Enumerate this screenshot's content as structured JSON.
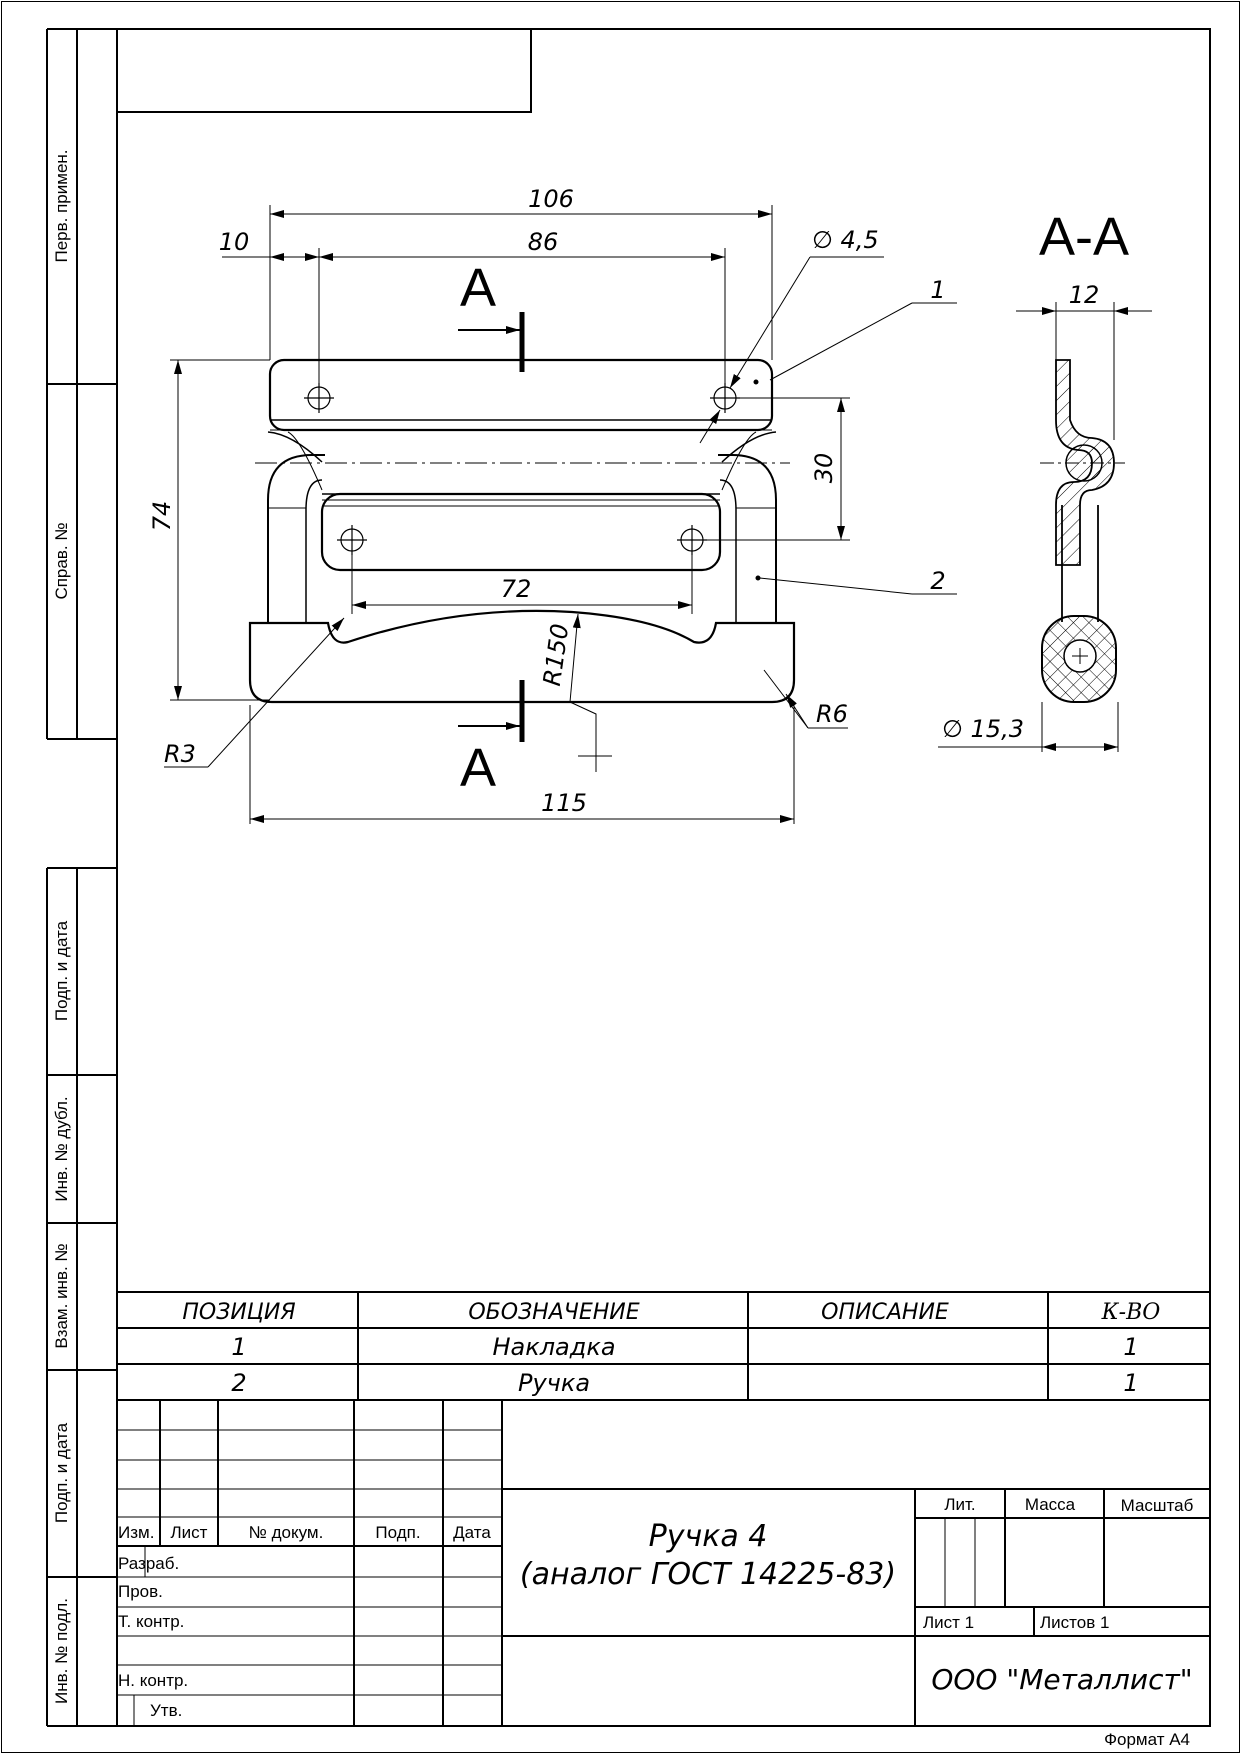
{
  "side_stamps": {
    "perv_primen": "Перв. примен.",
    "sprav_no": "Справ. №",
    "podp_data_1": "Подп. и дата",
    "inv_dubl": "Инв. № дубл.",
    "vzam_inv": "Взам. инв. №",
    "podp_data_2": "Подп. и дата",
    "inv_podl": "Инв. № подл."
  },
  "drawing": {
    "section_label": "А",
    "section_title": "А-А",
    "dimensions": {
      "overall_width": "106",
      "hole_spacing_top": "86",
      "edge_offset": "10",
      "hole_diameter": "∅ 4,5",
      "height": "74",
      "vertical_offset": "30",
      "hole_spacing_bottom": "72",
      "arc_radius": "R150",
      "corner_radius_small": "R3",
      "corner_radius": "R6",
      "grip_width": "115",
      "section_width": "12",
      "grip_diameter": "∅ 15,3"
    },
    "callouts": [
      "1",
      "2"
    ]
  },
  "parts_table": {
    "headers": [
      "ПОЗИЦИЯ",
      "ОБОЗНАЧЕНИЕ",
      "ОПИСАНИЕ",
      "К-ВО"
    ],
    "rows": [
      [
        "1",
        "Накладка",
        "",
        "1"
      ],
      [
        "2",
        "Ручка",
        "",
        "1"
      ]
    ]
  },
  "title_block": {
    "col_headers": [
      "Изм.",
      "Лист",
      "№ докум.",
      "Подп.",
      "Дата"
    ],
    "roles": [
      "Разраб.",
      "Пров.",
      "Т. контр.",
      "",
      "Н. контр.",
      "Утв."
    ],
    "title_line1": "Ручка 4",
    "title_line2": "(аналог ГОСТ 14225-83)",
    "lit_label": "Лит.",
    "mass_label": "Масса",
    "scale_label": "Масштаб",
    "sheet": "Лист 1",
    "sheets": "Листов 1",
    "company": "ООО \"Металлист\"",
    "format": "Формат А4"
  }
}
